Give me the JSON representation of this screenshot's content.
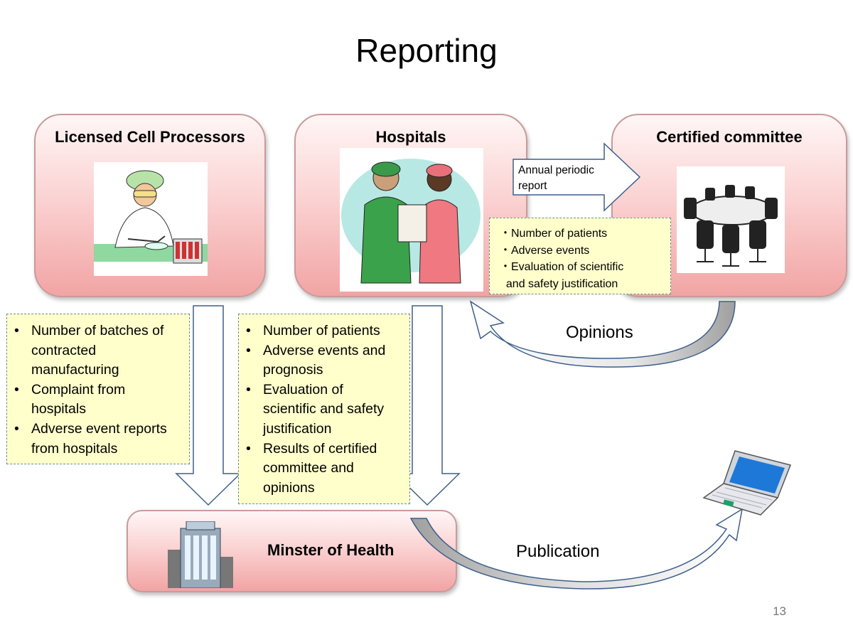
{
  "title": "Reporting",
  "boxes": {
    "lcp": "Licensed Cell Processors",
    "hospitals": "Hospitals",
    "committee": "Certified committee",
    "moh": "Minster of Health"
  },
  "arrow_label": {
    "line1": "Annual periodic",
    "line2": "report"
  },
  "committee_note": [
    "・Number of patients",
    "・Adverse events",
    "・Evaluation of scientific",
    "  and safety justification"
  ],
  "lcp_note": [
    [
      "Number of batches of",
      "contracted",
      "manufacturing"
    ],
    [
      "Complaint from",
      "hospitals"
    ],
    [
      "Adverse event reports",
      "from hospitals"
    ]
  ],
  "hosp_note": [
    [
      "Number of patients"
    ],
    [
      "Adverse events and",
      "prognosis"
    ],
    [
      "Evaluation of",
      "scientific and safety",
      "justification"
    ],
    [
      "Results of certified",
      "committee and",
      "opinions"
    ]
  ],
  "labels": {
    "opinions": "Opinions",
    "publication": "Publication"
  },
  "page_number": "13"
}
